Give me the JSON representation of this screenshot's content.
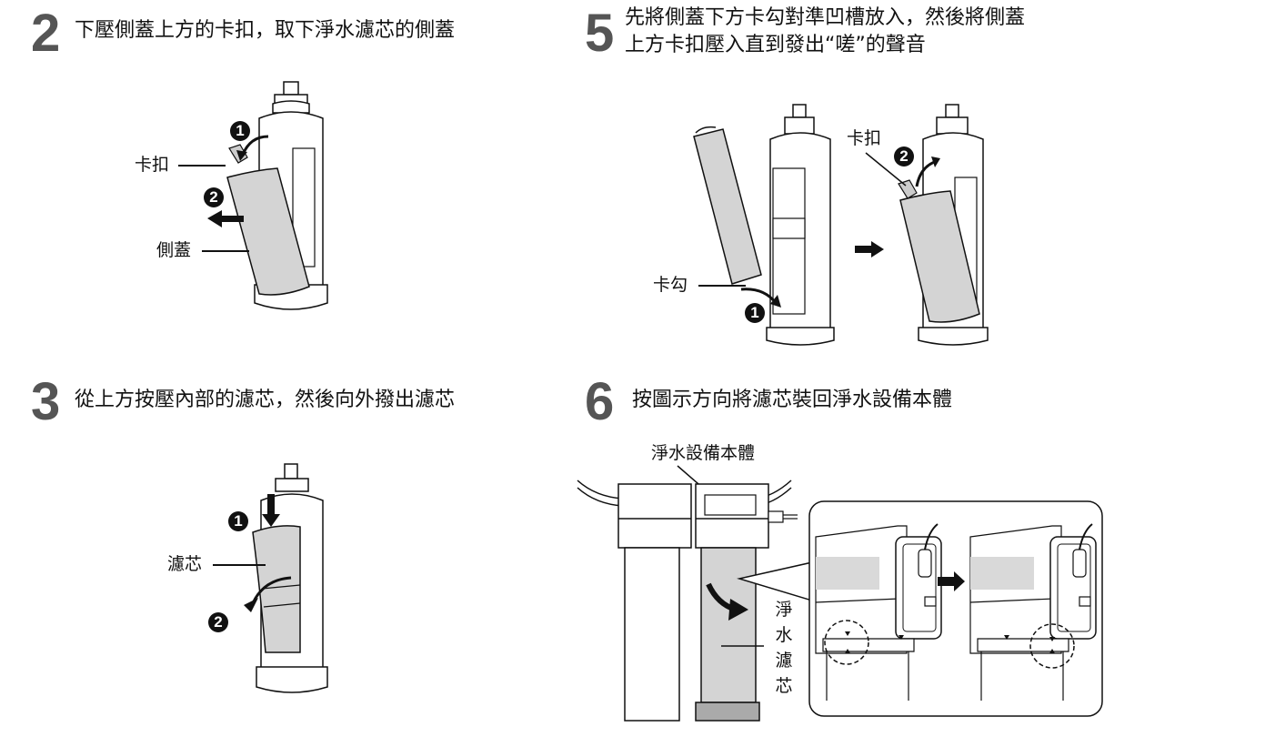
{
  "steps": [
    {
      "number": "2",
      "title": "下壓側蓋上方的卡扣，取下淨水濾芯的側蓋",
      "labels": {
        "latch": "卡扣",
        "side_cover": "側蓋"
      },
      "badges": [
        "1",
        "2"
      ]
    },
    {
      "number": "5",
      "title_line1": "先將側蓋下方卡勾對準凹槽放入，然後將側蓋",
      "title_line2": "上方卡扣壓入直到發出“嗟”的聲音",
      "labels": {
        "hook": "卡勾",
        "latch": "卡扣"
      },
      "badges": [
        "1",
        "2"
      ]
    },
    {
      "number": "3",
      "title": "從上方按壓內部的濾芯，然後向外撥出濾芯",
      "labels": {
        "cartridge": "濾芯"
      },
      "badges": [
        "1",
        "2"
      ]
    },
    {
      "number": "6",
      "title": "按圖示方向將濾芯裝回淨水設備本體",
      "labels": {
        "unit_body": "淨水設備本體",
        "filter_cartridge": [
          "淨",
          "水",
          "濾",
          "芯"
        ]
      }
    }
  ],
  "colors": {
    "step_number": "#555555",
    "fill_gray": "#d4d4d4",
    "line": "#111111"
  }
}
